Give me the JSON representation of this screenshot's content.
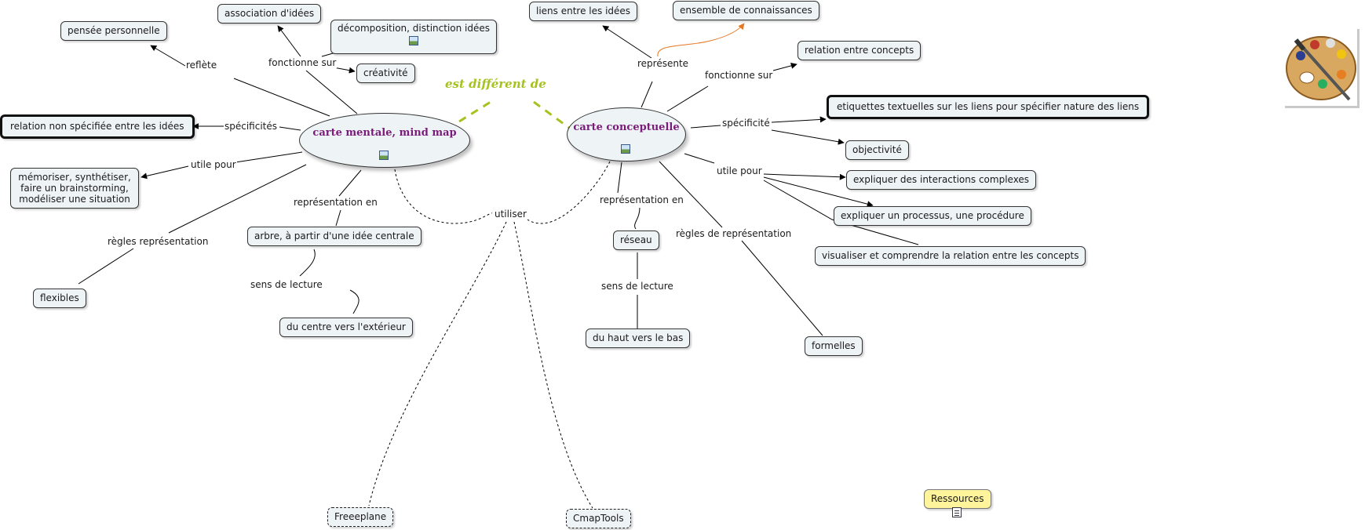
{
  "main_link": "est différent de",
  "mind_map": {
    "title": "carte mentale, mind map",
    "nodes": {
      "pensee": "pensée personnelle",
      "association": "association d'idées",
      "decomposition": "décomposition, distinction idées",
      "creativite": "créativité",
      "relation_non": "relation non spécifiée entre les idées",
      "memoriser": "mémoriser, synthétiser, faire un brainstorming, modéliser une situation",
      "arbre": "arbre, à partir d'une idée centrale",
      "centre": "du centre vers l'extérieur",
      "flexibles": "flexibles"
    },
    "labels": {
      "reflete": "reflète",
      "fonctionne": "fonctionne sur",
      "specificites": "spécificités",
      "utile": "utile pour",
      "regles": "règles représentation",
      "representation": "représentation en",
      "sens": "sens de lecture"
    }
  },
  "concept_map": {
    "title": "carte conceptuelle",
    "nodes": {
      "liens": "liens entre les idées",
      "ensemble": "ensemble de connaissances",
      "relation_concepts": "relation entre concepts",
      "etiquettes": "etiquettes textuelles sur les liens pour spécifier nature des liens",
      "objectivite": "objectivité",
      "interactions": "expliquer des interactions complexes",
      "processus": "expliquer un processus, une procédure",
      "visualiser": "visualiser et comprendre la relation entre les concepts",
      "reseau": "réseau",
      "haut_bas": "du haut vers le bas",
      "formelles": "formelles"
    },
    "labels": {
      "represente": "représente",
      "fonctionne": "fonctionne sur",
      "specificite": "spécificité",
      "utile": "utile pour",
      "representation": "représentation en",
      "regles": "règles de représentation",
      "sens": "sens de lecture"
    }
  },
  "tools": {
    "label": "utiliser",
    "freeplane": "Freeeplane",
    "cmaptools": "CmapTools"
  },
  "resources": "Ressources",
  "colors": {
    "main_link": "#a6c21f",
    "title": "#7a1a7a",
    "node_bg": "#eef3f6",
    "orange_link": "#e87722",
    "resources_bg": "#fdf49b"
  },
  "icons": [
    "image-icon",
    "paint-palette-icon",
    "document-icon"
  ]
}
